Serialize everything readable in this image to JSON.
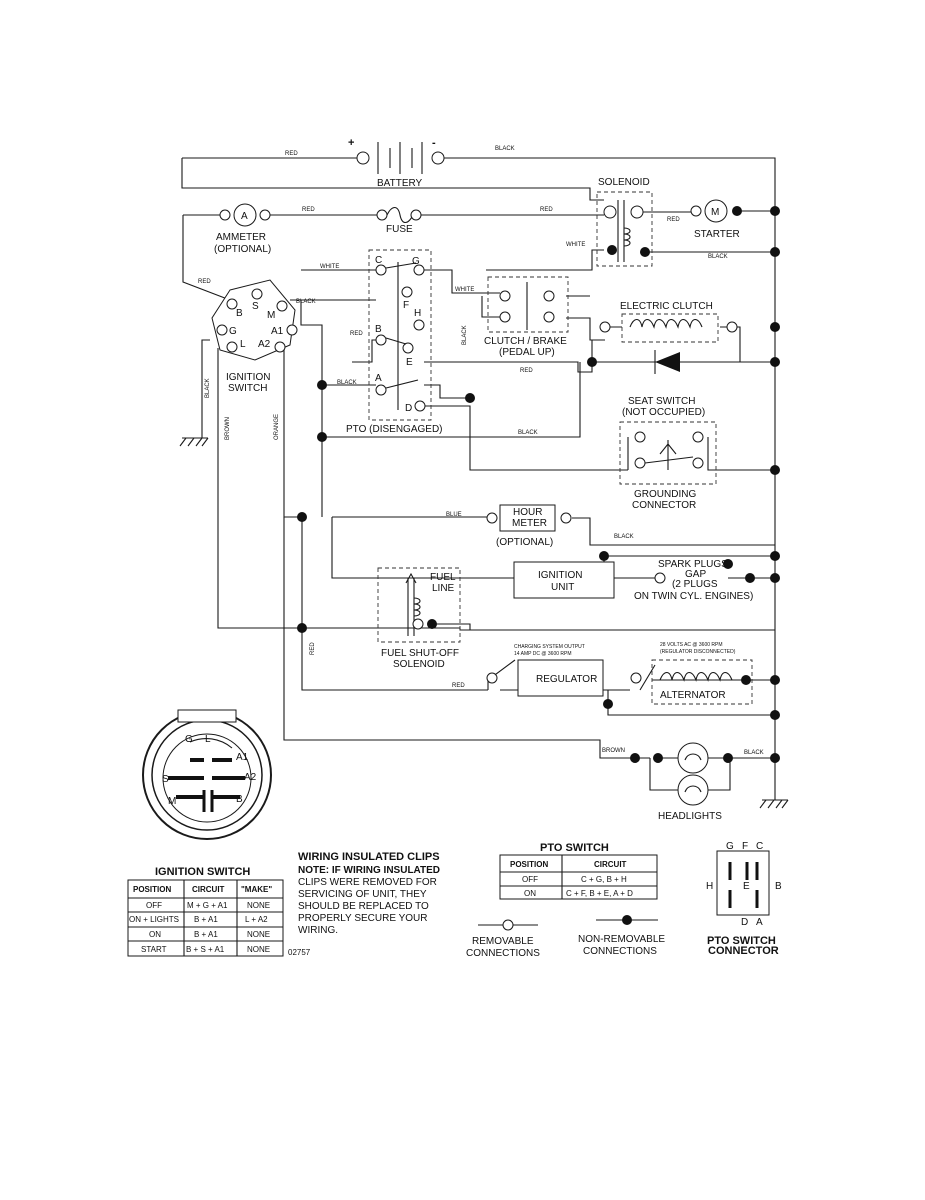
{
  "battery": {
    "label": "BATTERY",
    "plus": "+",
    "minus": "-"
  },
  "ammeter": {
    "symbol": "A",
    "label": "AMMETER",
    "optional": "(OPTIONAL)"
  },
  "fuse": {
    "label": "FUSE"
  },
  "solenoid": {
    "label": "SOLENOID"
  },
  "starter": {
    "symbol": "M",
    "label": "STARTER"
  },
  "ignition_switch": {
    "label1": "IGNITION",
    "label2": "SWITCH",
    "terminals": [
      "S",
      "B",
      "M",
      "G",
      "A1",
      "L",
      "A2"
    ]
  },
  "pto": {
    "label": "PTO (DISENGAGED)",
    "terminals": [
      "C",
      "G",
      "F",
      "H",
      "B",
      "E",
      "A",
      "D"
    ]
  },
  "clutch_brake": {
    "label1": "CLUTCH / BRAKE",
    "label2": "(PEDAL UP)"
  },
  "electric_clutch": {
    "label": "ELECTRIC CLUTCH"
  },
  "seat_switch": {
    "label1": "SEAT SWITCH",
    "label2": "(NOT OCCUPIED)"
  },
  "grounding_connector": {
    "label1": "GROUNDING",
    "label2": "CONNECTOR"
  },
  "hour_meter": {
    "label1": "HOUR",
    "label2": "METER",
    "optional": "(OPTIONAL)"
  },
  "ignition_unit": {
    "label1": "IGNITION",
    "label2": "UNIT"
  },
  "spark_plugs": {
    "line1": "SPARK PLUGS",
    "line2": "GAP",
    "line3": "(2 PLUGS",
    "line4": "ON TWIN CYL. ENGINES)"
  },
  "fuel_solenoid": {
    "fuel": "FUEL",
    "line": "LINE",
    "label1": "FUEL SHUT-OFF",
    "label2": "SOLENOID"
  },
  "charging_output": {
    "line1": "CHARGING SYSTEM OUTPUT",
    "line2": "14 AMP DC @ 3600 RPM"
  },
  "ac_output": {
    "line1": "28 VOLTS AC @ 3600 RPM",
    "line2": "(REGULATOR DISCONNECTED)"
  },
  "regulator": {
    "label": "REGULATOR"
  },
  "alternator": {
    "label": "ALTERNATOR"
  },
  "headlights": {
    "label": "HEADLIGHTS"
  },
  "wires": {
    "red": "RED",
    "black": "BLACK",
    "white": "WHITE",
    "blue": "BLUE",
    "brown": "BROWN",
    "orange": "ORANGE"
  },
  "ign_table": {
    "title": "IGNITION SWITCH",
    "headers": [
      "POSITION",
      "CIRCUIT",
      "\"MAKE\""
    ],
    "rows": [
      [
        "OFF",
        "M + G + A1",
        "NONE"
      ],
      [
        "ON + LIGHTS",
        "B + A1",
        "L + A2"
      ],
      [
        "ON",
        "B + A1",
        "NONE"
      ],
      [
        "START",
        "B + S + A1",
        "NONE"
      ]
    ]
  },
  "ign_face": {
    "terminals": [
      "G",
      "L",
      "A1",
      "A2",
      "S",
      "M",
      "B"
    ]
  },
  "wiring_note": {
    "title": "WIRING INSULATED CLIPS",
    "l1": "NOTE: IF WIRING INSULATED",
    "l2": "CLIPS WERE REMOVED FOR",
    "l3": "SERVICING OF UNIT, THEY",
    "l4": "SHOULD BE REPLACED TO",
    "l5": "PROPERLY SECURE YOUR",
    "l6": "WIRING."
  },
  "part_number": "02757",
  "pto_table": {
    "title": "PTO SWITCH",
    "headers": [
      "POSITION",
      "CIRCUIT"
    ],
    "rows": [
      [
        "OFF",
        "C + G, B + H"
      ],
      [
        "ON",
        "C + F, B + E, A + D"
      ]
    ]
  },
  "legend": {
    "removable1": "REMOVABLE",
    "removable2": "CONNECTIONS",
    "nonremovable1": "NON-REMOVABLE",
    "nonremovable2": "CONNECTIONS"
  },
  "pto_connector": {
    "label1": "PTO SWITCH",
    "label2": "CONNECTOR",
    "terminals": [
      "G",
      "F",
      "C",
      "H",
      "E",
      "B",
      "D",
      "A"
    ]
  }
}
